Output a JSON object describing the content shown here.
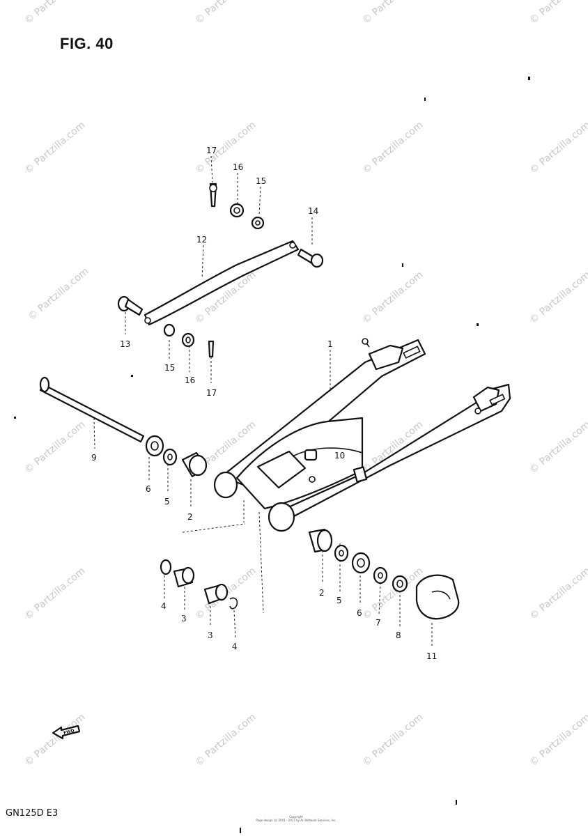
{
  "figure": {
    "title": "FIG. 40",
    "model": "GN125D  E3",
    "watermark": "© Partzilla.com",
    "copyright_line1": "Copyright",
    "copyright_line2": "Page design (c) 2001 - 2017 by Ari Network Services, Inc."
  },
  "callouts": {
    "p1": "1",
    "p2a": "2",
    "p2b": "2",
    "p3a": "3",
    "p3b": "3",
    "p4a": "4",
    "p4b": "4",
    "p5a": "5",
    "p5b": "5",
    "p6a": "6",
    "p6b": "6",
    "p7": "7",
    "p8": "8",
    "p9": "9",
    "p10": "10",
    "p11": "11",
    "p12": "12",
    "p13": "13",
    "p14": "14",
    "p15a": "15",
    "p15b": "15",
    "p16a": "16",
    "p16b": "16",
    "p17a": "17",
    "p17b": "17"
  },
  "front_arrow": "FWD"
}
